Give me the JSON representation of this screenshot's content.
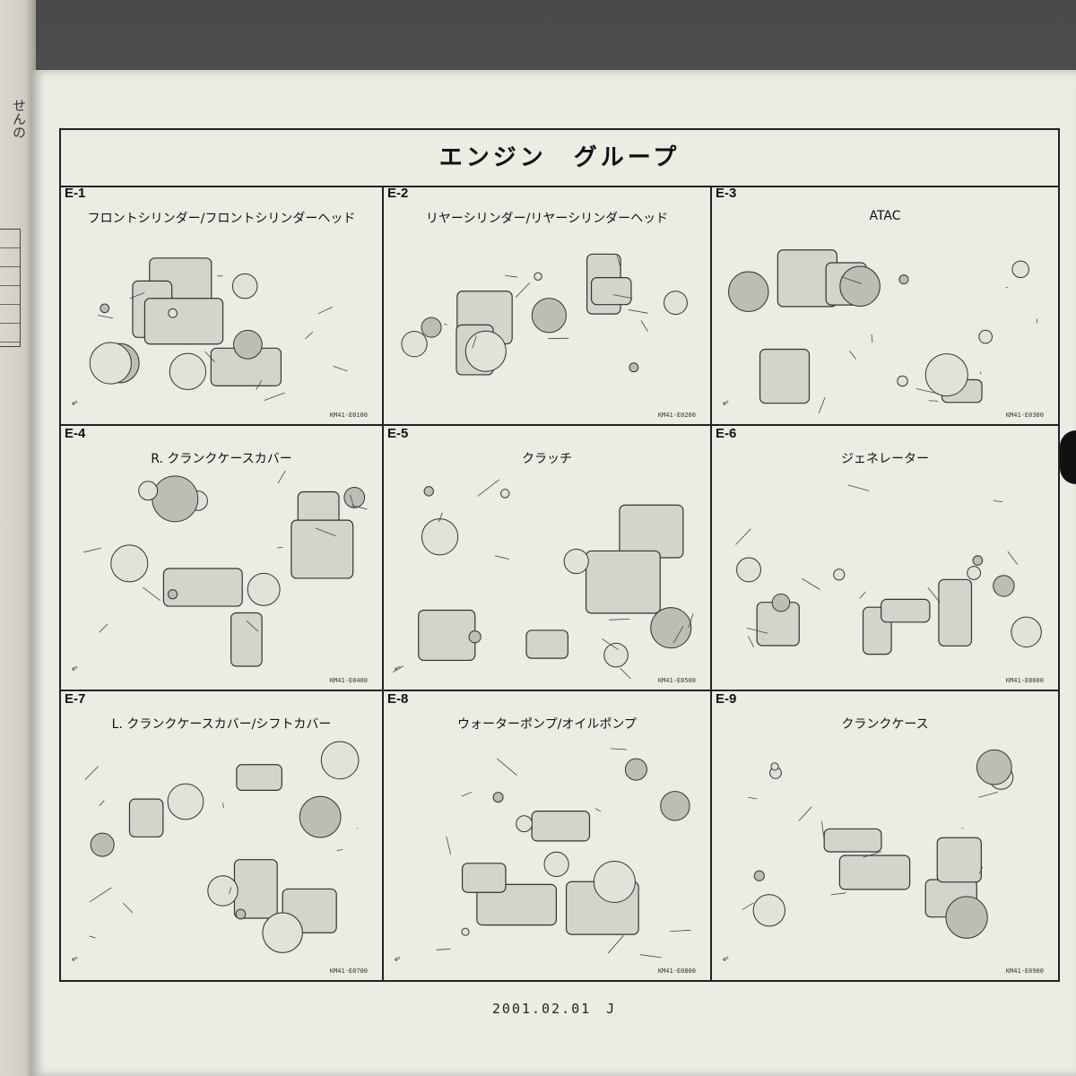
{
  "left_page": {
    "text": "せんの",
    "table_rows": 6
  },
  "catalog": {
    "title": "エンジン　グループ",
    "date": "2001.02.01　J",
    "sections": [
      {
        "id": "E-1",
        "title": "フロントシリンダー/フロントシリンダーヘッド",
        "code": "KM41-E0100",
        "fr": true
      },
      {
        "id": "E-2",
        "title": "リヤーシリンダー/リヤーシリンダーヘッド",
        "code": "KM41-E0200",
        "fr": false
      },
      {
        "id": "E-3",
        "title": "ATAC",
        "code": "KM41-E0300",
        "fr": true
      },
      {
        "id": "E-4",
        "title": "R. クランクケースカバー",
        "code": "KM41-E0400",
        "fr": true
      },
      {
        "id": "E-5",
        "title": "クラッチ",
        "code": "KM41-E0500",
        "fr": true
      },
      {
        "id": "E-6",
        "title": "ジェネレーター",
        "code": "KM41-E0600",
        "fr": false
      },
      {
        "id": "E-7",
        "title": "L. クランクケースカバー/シフトカバー",
        "code": "KM41-E0700",
        "fr": true
      },
      {
        "id": "E-8",
        "title": "ウォーターポンプ/オイルポンプ",
        "code": "KM41-E0800",
        "fr": true
      },
      {
        "id": "E-9",
        "title": "クランクケース",
        "code": "KM41-E0900",
        "fr": true
      }
    ]
  }
}
